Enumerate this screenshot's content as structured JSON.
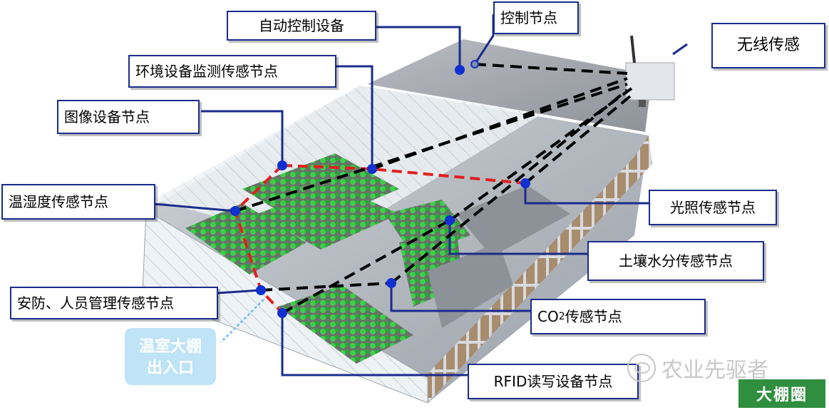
{
  "labels": {
    "auto_control": "自动控制设备",
    "control_node": "控制节点",
    "wireless": "无线传感",
    "env_monitor": "环境设备监测传感节点",
    "image_node": "图像设备节点",
    "temp_humidity": "温湿度传感节点",
    "light_node": "光照传感节点",
    "soil_moisture": "土壤水分传感节点",
    "security": "安防、人员管理传感节点",
    "co2_node_prefix": "CO",
    "co2_node_sub": "2",
    "co2_node_suffix": "传感节点",
    "rfid": "RFID读写设备节点"
  },
  "entrance": {
    "line1": "温室大棚",
    "line2": "出入口"
  },
  "watermark": "农业先驱者",
  "logo": "大棚圈",
  "colors": {
    "label_border": "#1a2c8c",
    "node_dot": "#1030d0",
    "wireless_link": "#000000",
    "wired_link": "#e02020",
    "leader_line": "#1a2c8c"
  }
}
